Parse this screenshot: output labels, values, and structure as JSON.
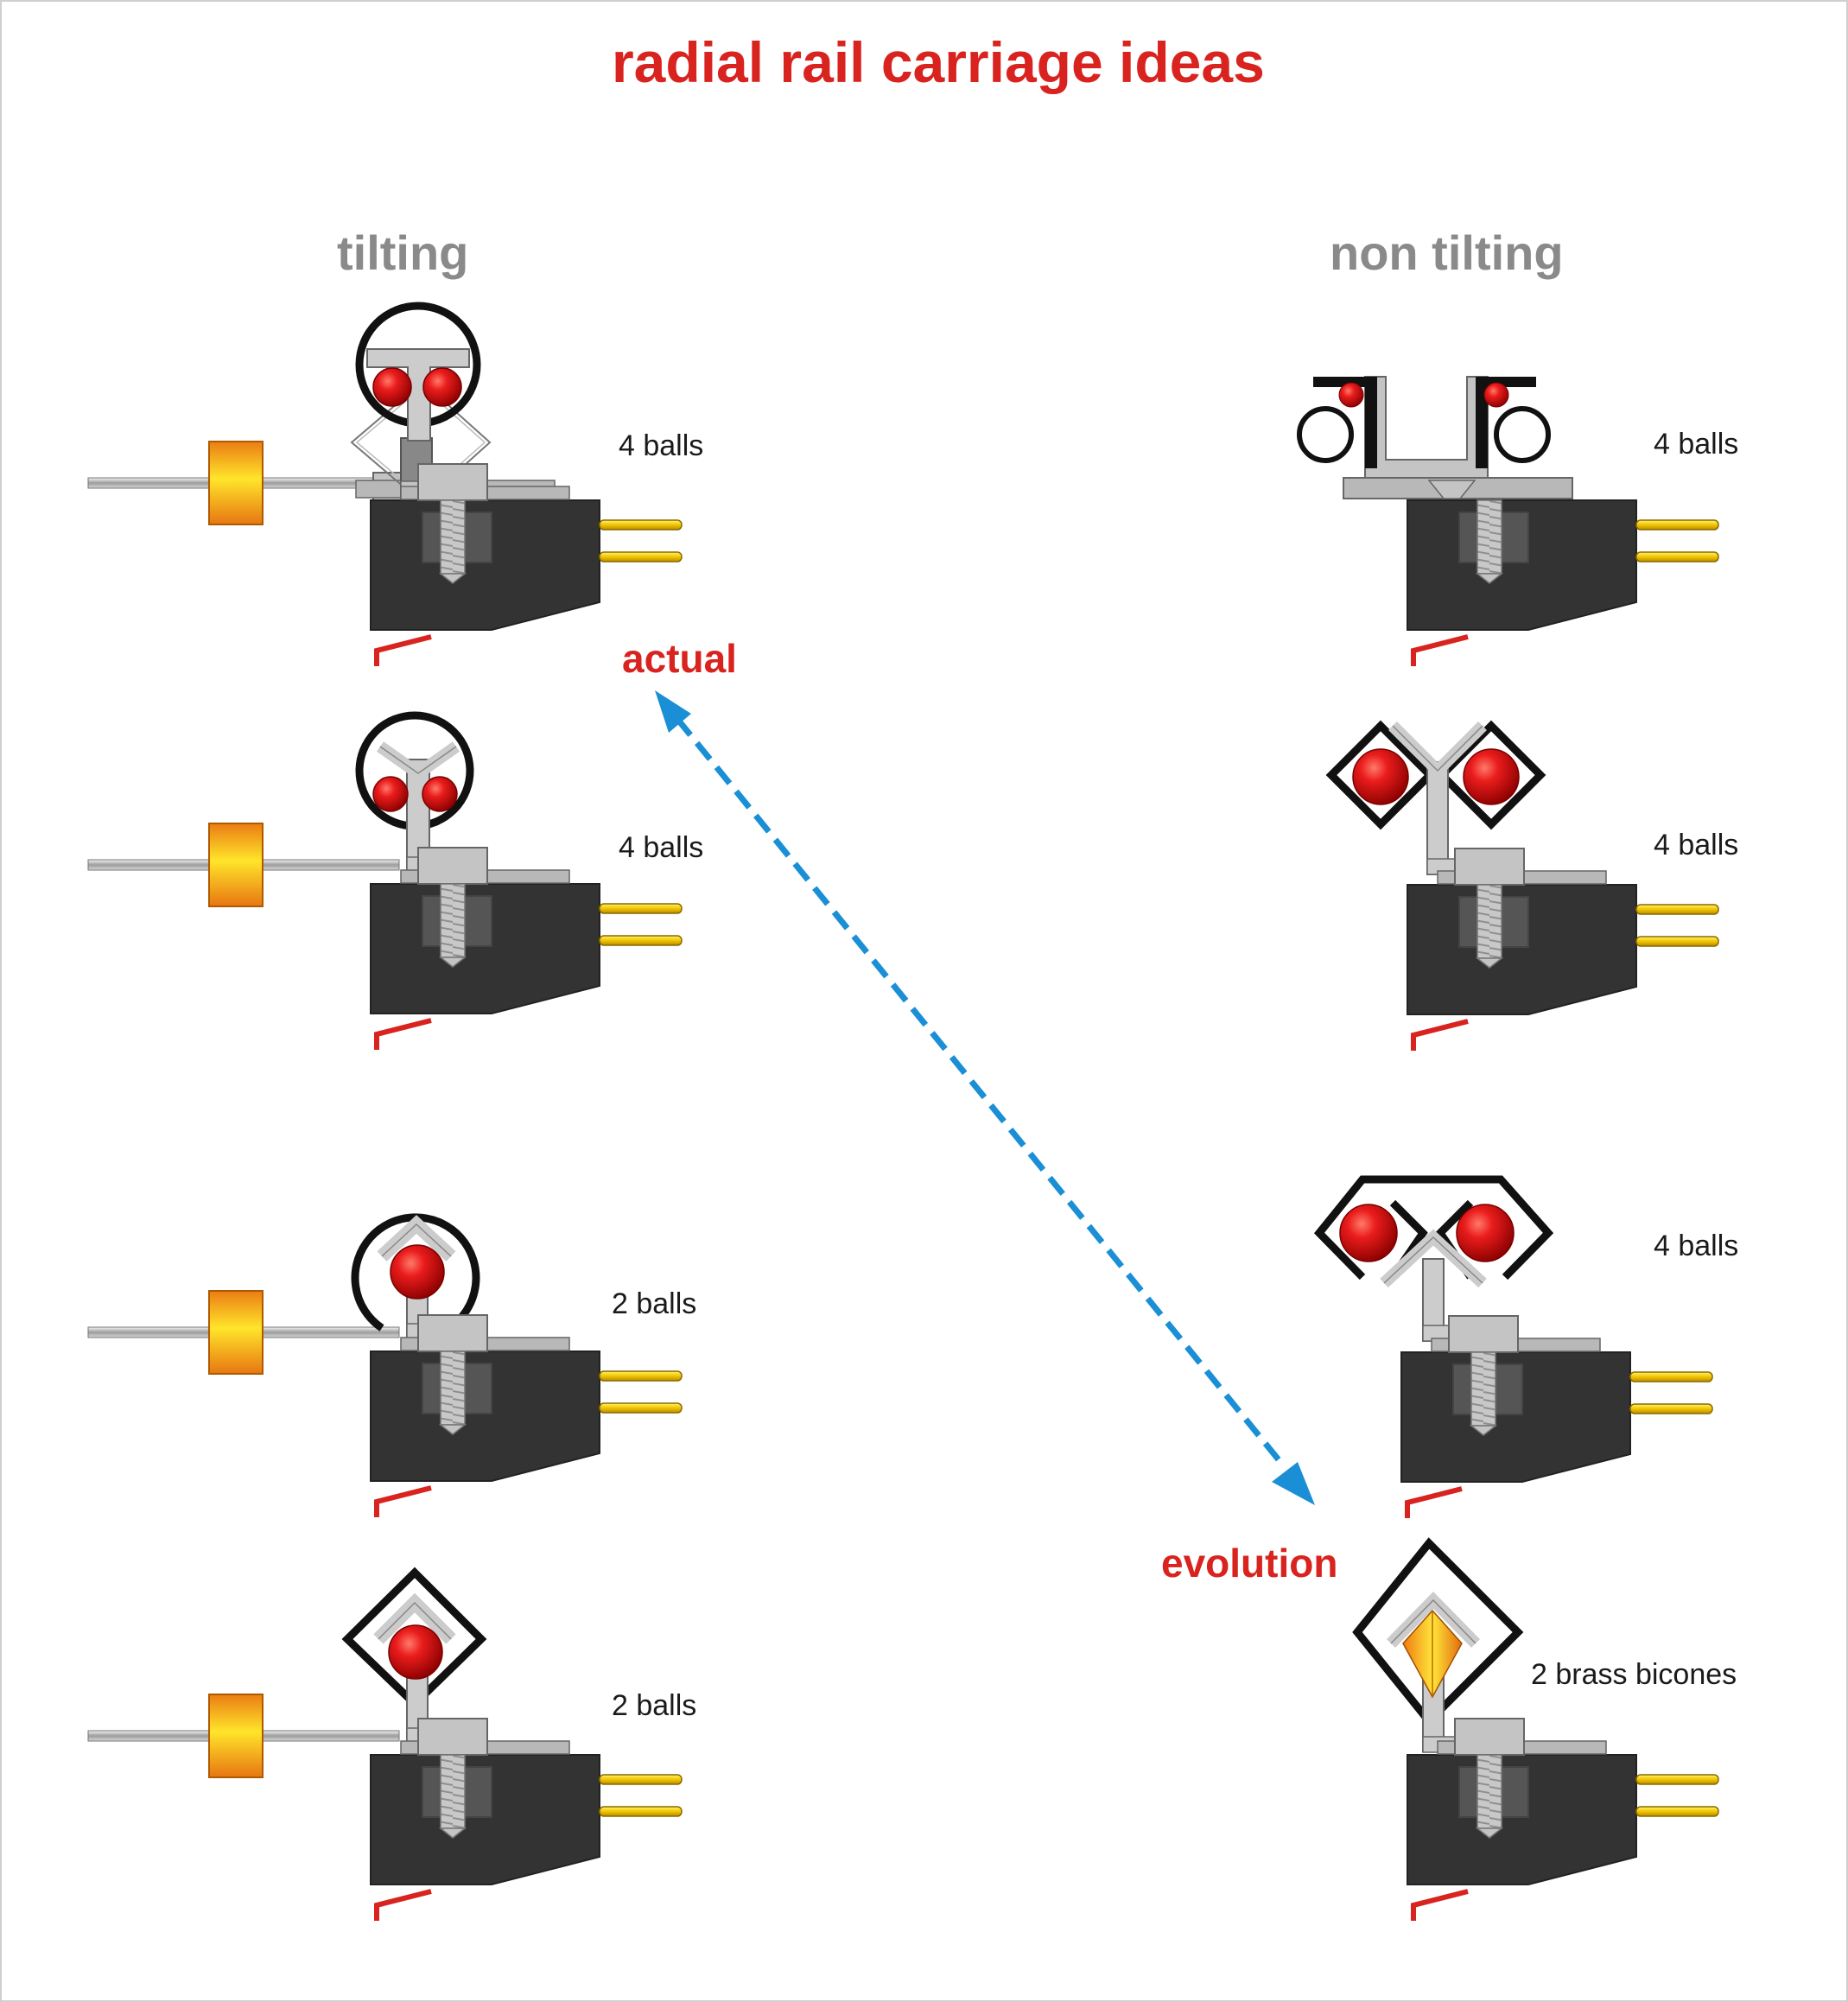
{
  "title": "radial rail carriage ideas",
  "headings": {
    "tilting": "tilting",
    "non_tilting": "non tilting"
  },
  "labels": {
    "l1": "4 balls",
    "l2": "4 balls",
    "l3": "2 balls",
    "l4": "2 balls",
    "r1": "4 balls",
    "r2": "4 balls",
    "r3": "4 balls",
    "r4": "2 brass  bicones"
  },
  "annotations": {
    "actual": "actual",
    "evolution": "evolution"
  },
  "colors": {
    "title_red": "#d8231f",
    "heading_gray": "#8a8a8a",
    "arrow_blue": "#1a8fd6",
    "body_dark": "#333333",
    "metal_gray": "#c4c4c4",
    "ball_red": "#e0161a",
    "pin_gold": "#f2c400",
    "weight_orange": "#f29a14"
  }
}
